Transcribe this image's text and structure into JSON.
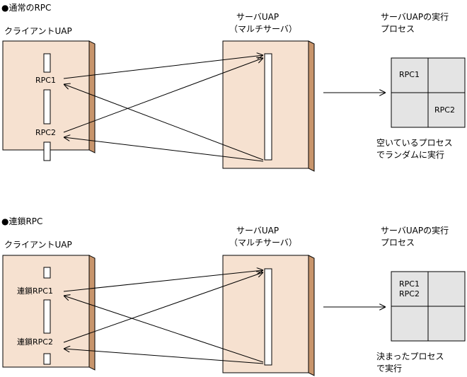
{
  "section1": {
    "heading": "●通常のRPC",
    "client_title": "クライアントUAP",
    "server_title_line1": "サーバUAP",
    "server_title_line2": "（マルチサーバ）",
    "process_title_line1": "サーバUAPの実行",
    "process_title_line2": "プロセス",
    "rpc1": "RPC1",
    "rpc2": "RPC2",
    "cell_rpc1": "RPC1",
    "cell_rpc2": "RPC2",
    "caption_line1": "空いているプロセス",
    "caption_line2": "でランダムに実行"
  },
  "section2": {
    "heading": "●連鎖RPC",
    "client_title": "クライアントUAP",
    "server_title_line1": "サーバUAP",
    "server_title_line2": "（マルチサーバ）",
    "process_title_line1": "サーバUAPの実行",
    "process_title_line2": "プロセス",
    "rpc1": "連鎖RPC1",
    "rpc2": "連鎖RPC2",
    "cell_rpc1": "RPC1",
    "cell_rpc2": "RPC2",
    "caption_line1": "決まったプロセス",
    "caption_line2": "で実行"
  },
  "colors": {
    "box_face": "#f6e1d0",
    "box_side": "#c8956c",
    "grid_fill": "#e4e4e4"
  }
}
